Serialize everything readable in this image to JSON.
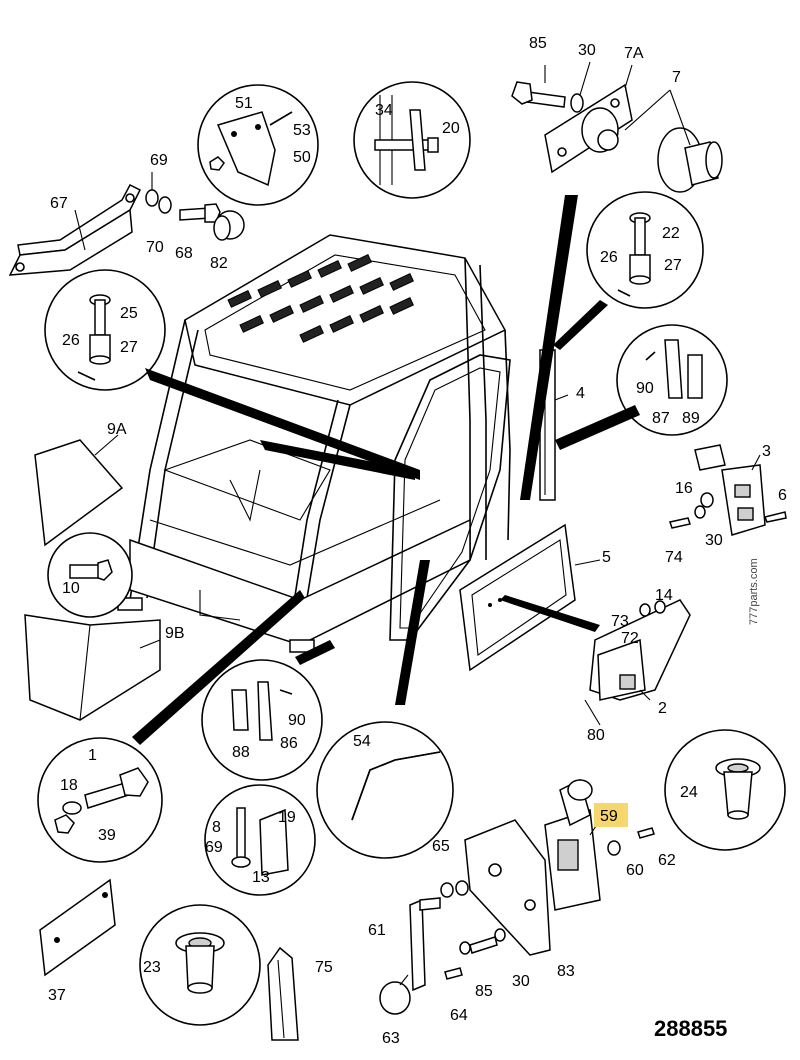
{
  "drawing_number": "288855",
  "watermark": "777parts.com",
  "highlight_color": "#f5d76e",
  "callouts": [
    "85",
    "30",
    "7A",
    "7",
    "51",
    "53",
    "50",
    "34",
    "20",
    "69",
    "67",
    "70",
    "68",
    "82",
    "22",
    "26",
    "27",
    "25",
    "26",
    "27",
    "4",
    "90",
    "87",
    "89",
    "3",
    "16",
    "6",
    "74",
    "30",
    "9A",
    "10",
    "5",
    "14",
    "73",
    "72",
    "9B",
    "2",
    "80",
    "88",
    "86",
    "90",
    "54",
    "24",
    "1",
    "18",
    "39",
    "8",
    "19",
    "69",
    "13",
    "59",
    "60",
    "62",
    "65",
    "61",
    "23",
    "75",
    "85",
    "30",
    "83",
    "64",
    "63",
    "37"
  ]
}
